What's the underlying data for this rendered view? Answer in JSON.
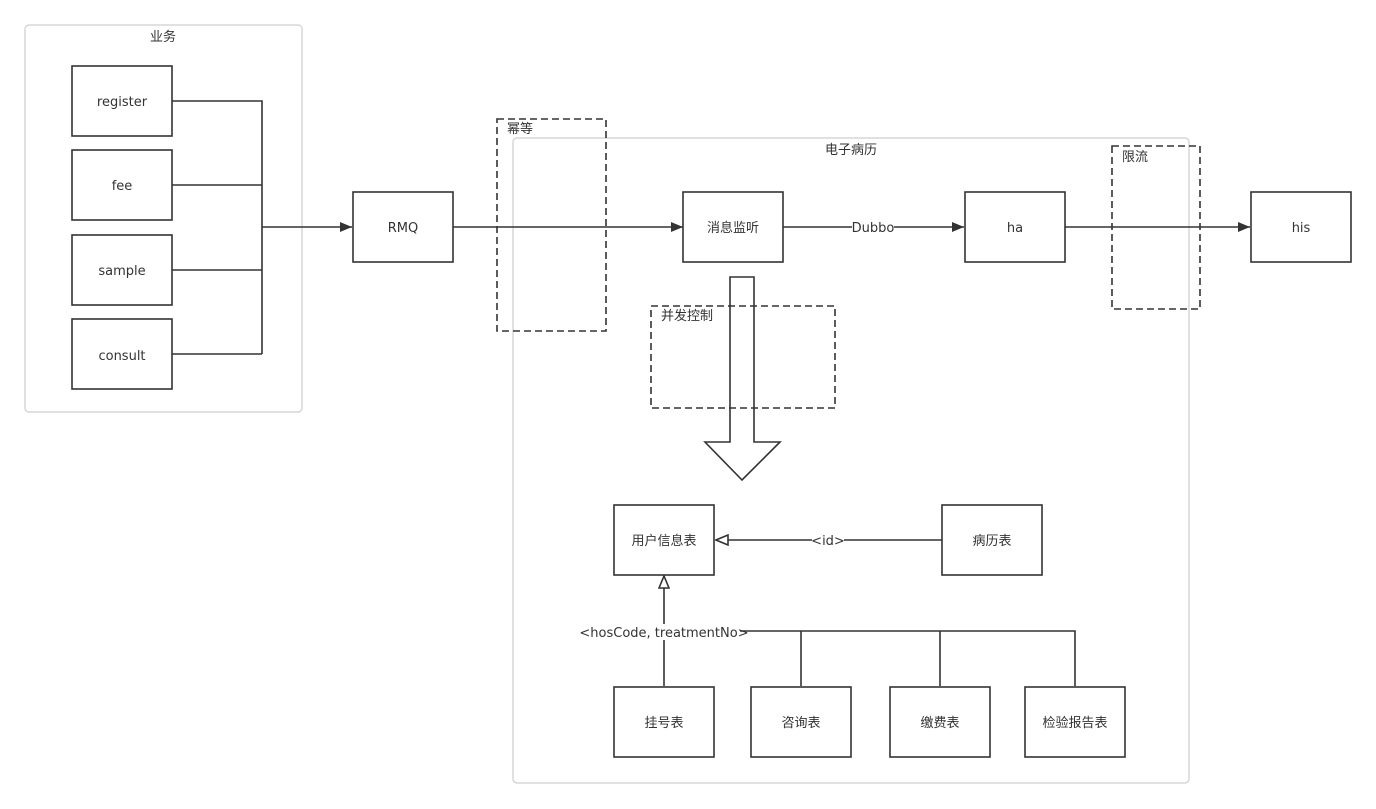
{
  "groups": {
    "business": "业务",
    "emr": "电子病历",
    "idempotent": "幂等",
    "rate_limit": "限流",
    "concurrency": "并发控制"
  },
  "nodes": {
    "register": "register",
    "fee": "fee",
    "sample": "sample",
    "consult": "consult",
    "rmq": "RMQ",
    "listener": "消息监听",
    "ha": "ha",
    "his": "his",
    "user_info": "用户信息表",
    "medical_record": "病历表",
    "registration": "挂号表",
    "consultation": "咨询表",
    "payment": "缴费表",
    "lab_report": "检验报告表"
  },
  "edge_labels": {
    "dubbo": "Dubbo",
    "id": "<id>",
    "hoscode": "<hosCode, treatmentNo>"
  }
}
